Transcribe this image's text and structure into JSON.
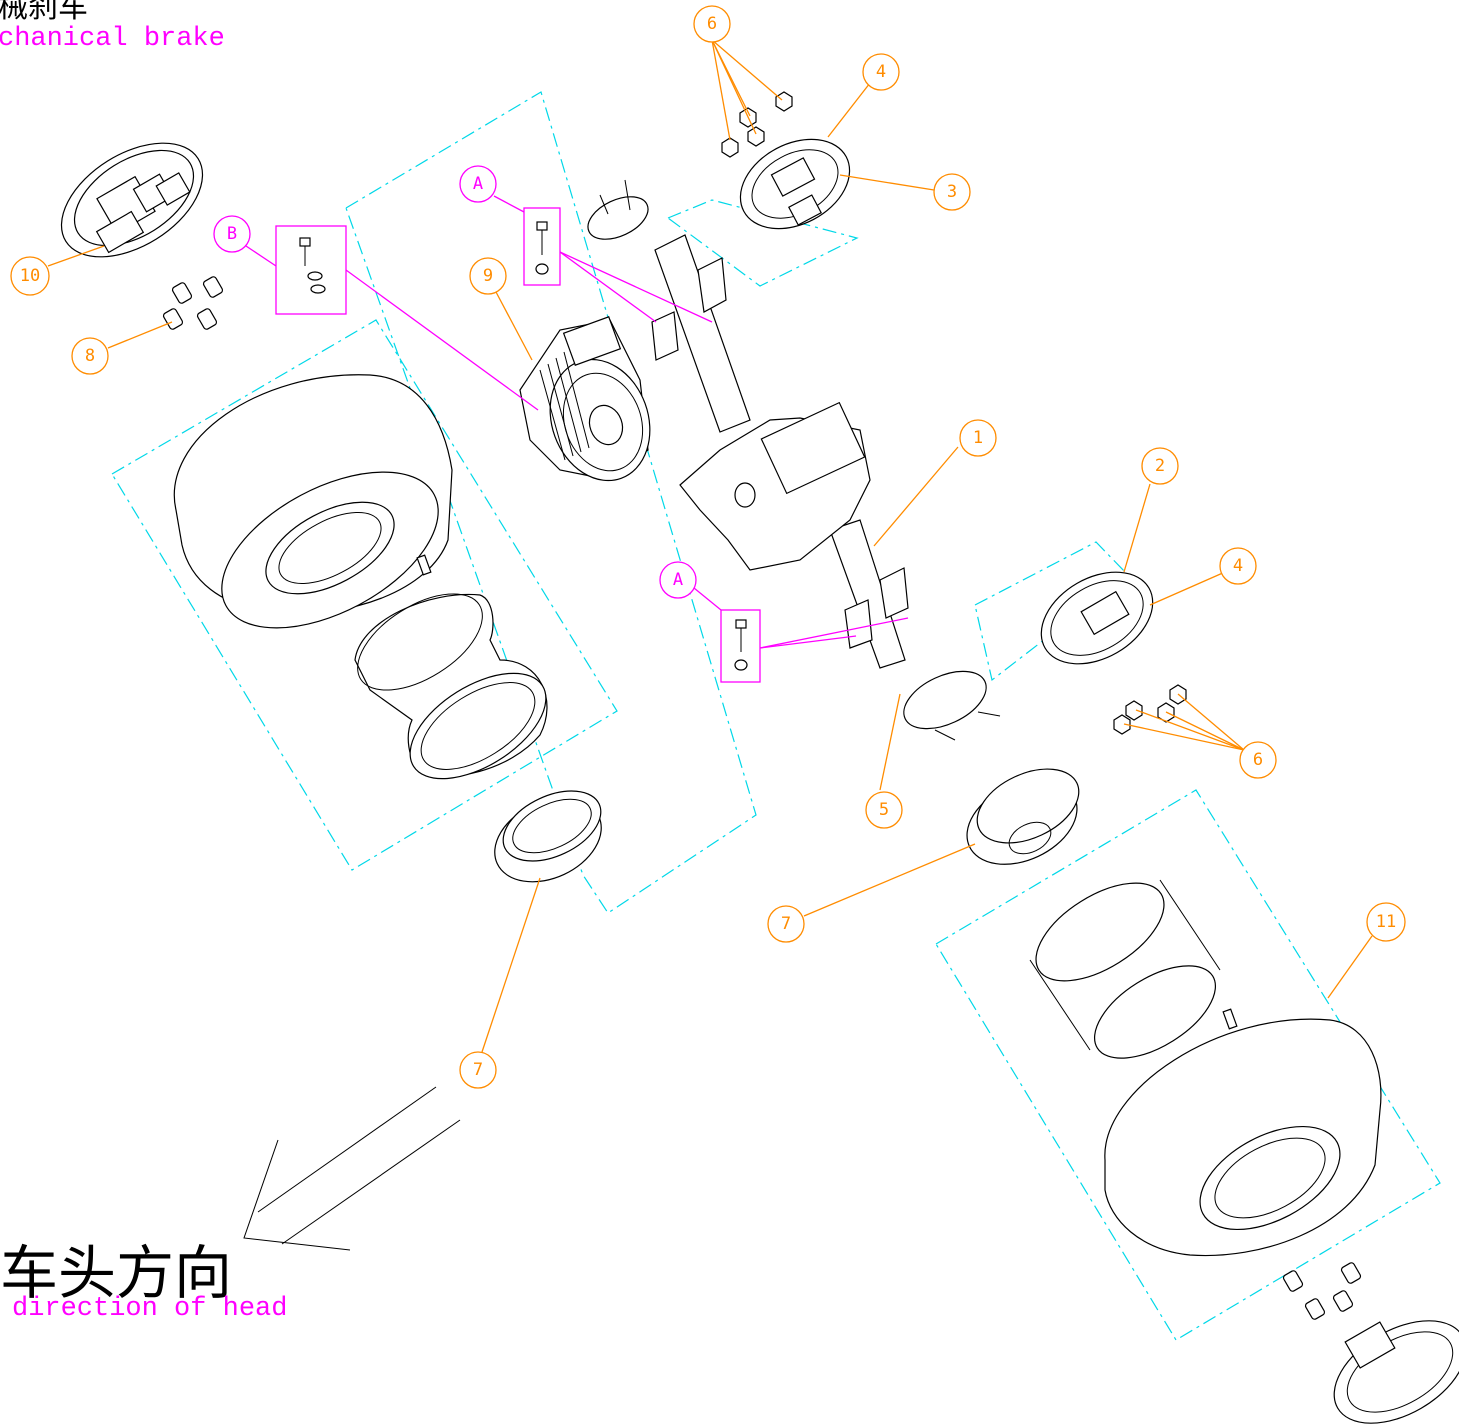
{
  "labels": {
    "brake_cn": "机械刹车",
    "brake_en": "chanical brake",
    "head_cn": "车头方向",
    "head_en": "direction of head"
  },
  "callouts": {
    "c1": "1",
    "c2": "2",
    "c3": "3",
    "c4a": "4",
    "c4b": "4",
    "c5": "5",
    "c6a": "6",
    "c6b": "6",
    "c7a": "7",
    "c7b": "7",
    "c8": "8",
    "c9": "9",
    "c10": "10",
    "c11": "11",
    "ca1": "A",
    "ca2": "A",
    "cb": "B"
  },
  "colors": {
    "callout": "#ff8c00",
    "fastener_callout": "#ff00ff",
    "group_outline": "#00d8e8",
    "line": "#000000"
  }
}
